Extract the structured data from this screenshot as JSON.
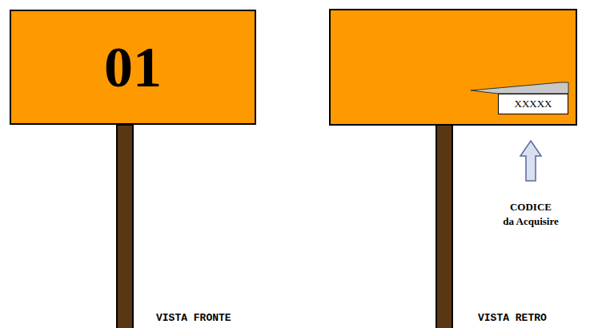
{
  "diagram": {
    "nodes": [
      {
        "text": [
          "01"
        ]
      },
      {
        "text": [
          "XXXXX"
        ]
      }
    ],
    "labels": [
      "CODICE da Acquisire",
      "VISTA FRONTE",
      "VISTA RETRO"
    ]
  }
}
